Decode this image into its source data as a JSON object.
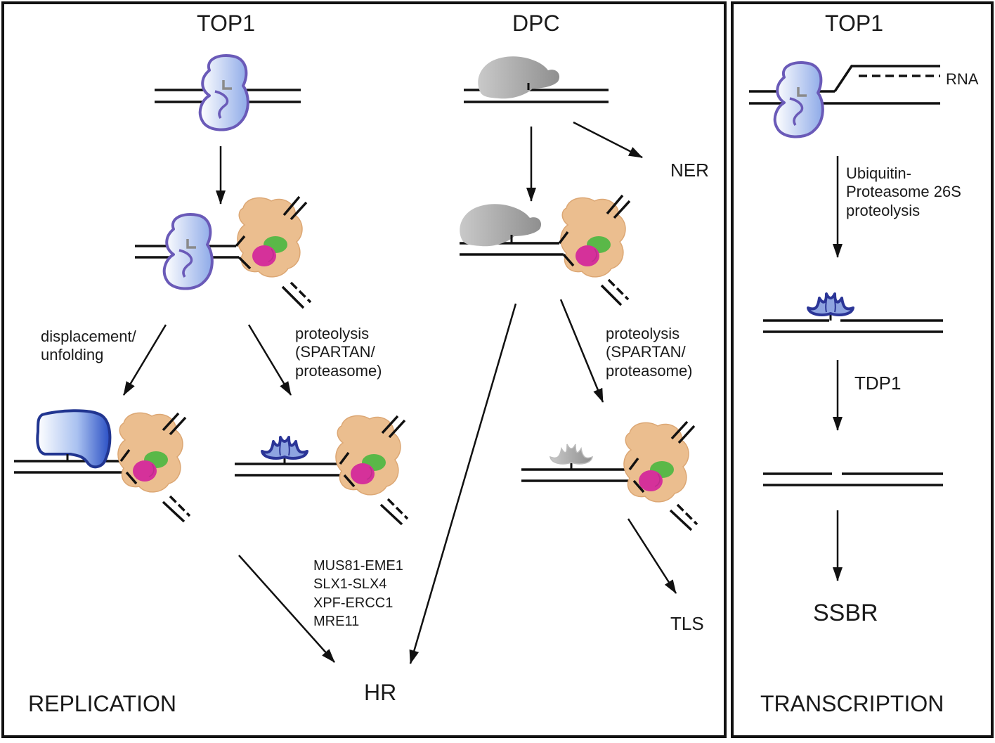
{
  "panels": {
    "replication": {
      "top1_title": "TOP1",
      "dpc_title": "DPC",
      "ner_label": "NER",
      "displacement_label": "displacement/\nunfolding",
      "proteolysis_label_left": "proteolysis\n(SPARTAN/\nproteasome)",
      "proteolysis_label_right": "proteolysis\n(SPARTAN/\nproteasome)",
      "nucleases_label": "MUS81-EME1\nSLX1-SLX4\nXPF-ERCC1\nMRE11",
      "hr_label": "HR",
      "tls_label": "TLS",
      "section_label": "REPLICATION"
    },
    "transcription": {
      "top1_title": "TOP1",
      "rna_label": "RNA",
      "ubiquitin_label": "Ubiquitin-\nProteasome 26S\nproteolysis",
      "tdp1_label": "TDP1",
      "ssbr_label": "SSBR",
      "section_label": "TRANSCRIPTION"
    }
  },
  "colors": {
    "top1_outline": "#6a5ab8",
    "top1_fill": "#9fb7ea",
    "unfolded_top1": "#213590",
    "peptide_dark": "#2b3597",
    "peptide_grey": "#b6b6b6",
    "dpc_protein": "#a8a8a8",
    "replisome": "#ebbe8f",
    "replisome_green": "#5ab848",
    "replisome_pink": "#d5319a",
    "line": "#111111"
  }
}
